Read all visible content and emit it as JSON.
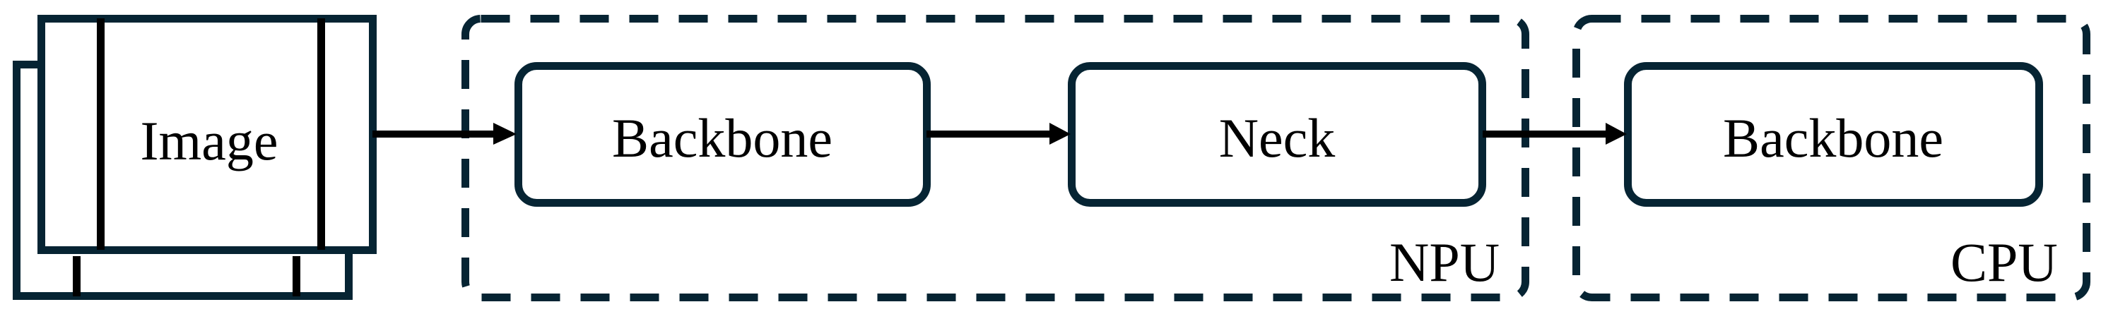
{
  "diagram": {
    "colors": {
      "stroke": "#062433",
      "arrow": "#000000",
      "text": "#000000",
      "background": "#ffffff"
    },
    "input": {
      "label": "Image",
      "icon": "image-stack-icon"
    },
    "groups": [
      {
        "id": "npu",
        "label": "NPU",
        "style": "dashed"
      },
      {
        "id": "cpu",
        "label": "CPU",
        "style": "dashed"
      }
    ],
    "nodes": [
      {
        "id": "npu-backbone",
        "label": "Backbone",
        "group": "npu"
      },
      {
        "id": "npu-neck",
        "label": "Neck",
        "group": "npu"
      },
      {
        "id": "cpu-backbone",
        "label": "Backbone",
        "group": "cpu"
      }
    ],
    "edges": [
      {
        "from": "input",
        "to": "npu-backbone"
      },
      {
        "from": "npu-backbone",
        "to": "npu-neck"
      },
      {
        "from": "npu-neck",
        "to": "cpu-backbone"
      }
    ]
  }
}
